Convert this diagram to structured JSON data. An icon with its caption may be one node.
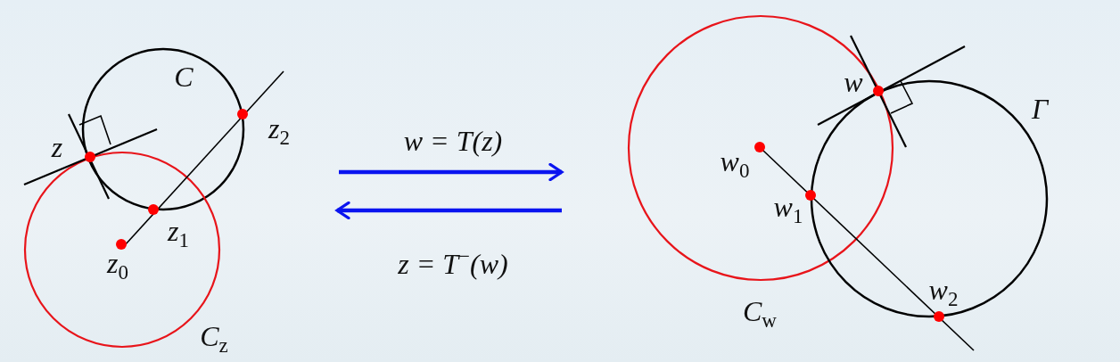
{
  "diagram": {
    "labels": [
      "C",
      "z$_{2}$",
      "w = T(z)",
      "w",
      "Γ",
      "z",
      "w$_{0}$",
      "w$_{1}$",
      "z$_{1}$",
      "z$_{0}$",
      "z = T$^{−}$(w)",
      "w$_{2}$",
      "C$_{w}$",
      "C$_{z}$"
    ]
  }
}
